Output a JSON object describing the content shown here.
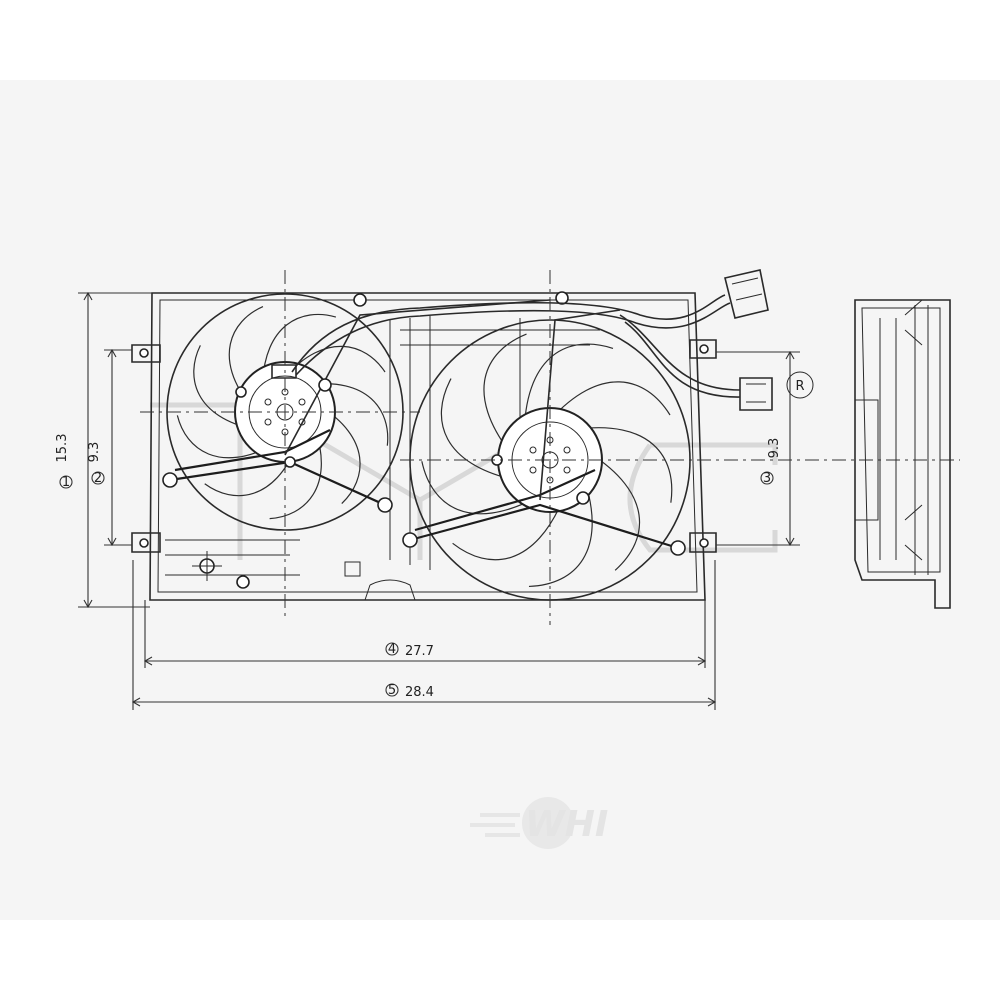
{
  "dimensions": [
    {
      "id": "1",
      "label": "15.3"
    },
    {
      "id": "2",
      "label": "9.3"
    },
    {
      "id": "3",
      "label": "9.3"
    },
    {
      "id": "4",
      "label": "27.7"
    },
    {
      "id": "5",
      "label": "28.4"
    }
  ],
  "marks": {
    "registered": "R",
    "watermark_logo": "WHI"
  },
  "colors": {
    "background": "#f5f5f5",
    "line": "#2a2a2a",
    "watermark": "#e0e0e0"
  }
}
